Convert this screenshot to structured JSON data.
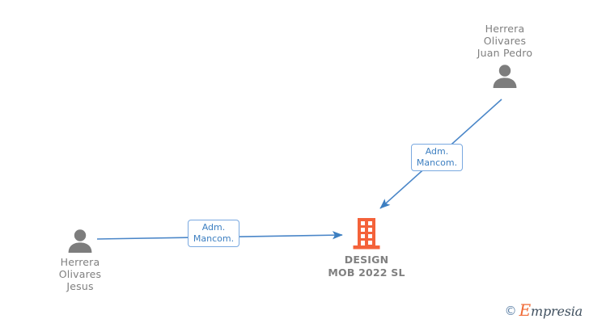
{
  "diagram": {
    "title": "DESIGN MOB 2022 SL corporate relationship chart",
    "background_color": "#ffffff",
    "accent_color": "#3d7fc1",
    "company_color": "#f4623a",
    "person_color": "#808080",
    "company": {
      "name": "DESIGN\nMOB 2022  SL",
      "icon": "building-icon"
    },
    "persons": [
      {
        "id": "person-top-right",
        "name": "Herrera\nOlivares\nJuan Pedro",
        "icon": "person-icon"
      },
      {
        "id": "person-left",
        "name": "Herrera\nOlivares\nJesus",
        "icon": "person-icon"
      }
    ],
    "relations": [
      {
        "id": "relation-top-right",
        "label": "Adm.\nMancom.",
        "from": "person-top-right",
        "to": "company"
      },
      {
        "id": "relation-left",
        "label": "Adm.\nMancom.",
        "from": "person-left",
        "to": "company"
      }
    ]
  },
  "watermark": {
    "copyright": "©",
    "brand_initial": "E",
    "brand_rest": "mpresia"
  }
}
